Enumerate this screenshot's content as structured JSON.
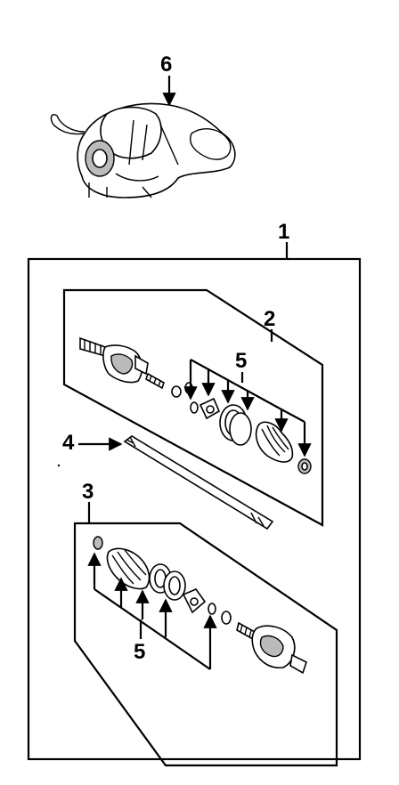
{
  "callouts": {
    "c1": "1",
    "c2": "2",
    "c3": "3",
    "c4": "4",
    "c5_top": "5",
    "c5_bottom": "5",
    "c6": "6"
  },
  "parts": {
    "p1": "drive-axle-assembly",
    "p2": "outer-joint-kit",
    "p3": "inner-joint-kit",
    "p4": "axle-shaft",
    "p5": "boot-kit",
    "p6": "differential-carrier"
  }
}
